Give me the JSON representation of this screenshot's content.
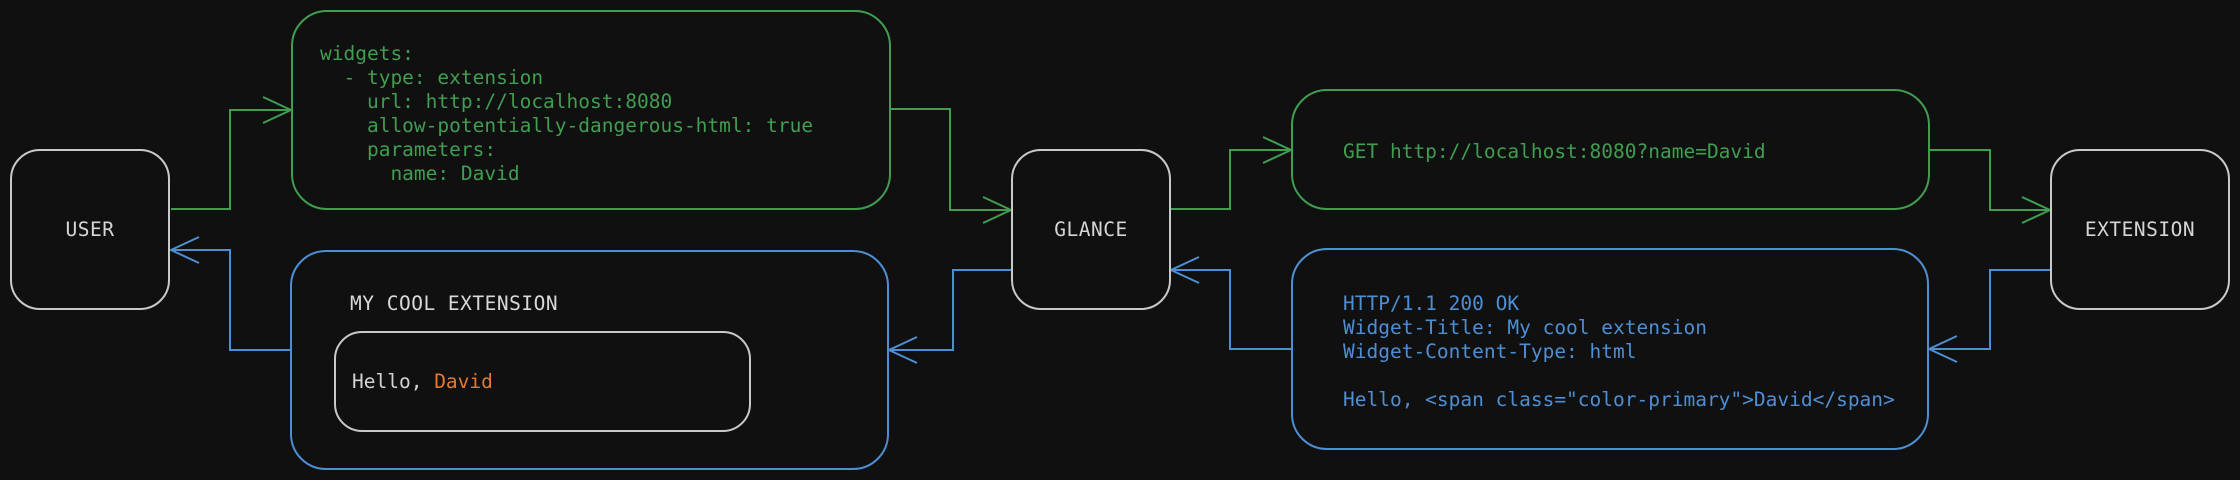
{
  "nodes": {
    "user": {
      "label": "USER"
    },
    "glance": {
      "label": "GLANCE"
    },
    "extension": {
      "label": "EXTENSION"
    }
  },
  "config_block": {
    "code": "widgets:\n  - type: extension\n    url: http://localhost:8080\n    allow-potentially-dangerous-html: true\n    parameters:\n      name: David"
  },
  "request_block": {
    "code": "GET http://localhost:8080?name=David"
  },
  "response_block": {
    "code": "HTTP/1.1 200 OK\nWidget-Title: My cool extension\nWidget-Content-Type: html\n\nHello, <span class=\"color-primary\">David</span>"
  },
  "widget_block": {
    "title": "MY COOL EXTENSION",
    "greeting_prefix": "Hello, ",
    "greeting_name": "David"
  },
  "arrows": [
    {
      "from": "user",
      "to": "config-block",
      "color": "green"
    },
    {
      "from": "config-block",
      "to": "glance",
      "color": "green"
    },
    {
      "from": "glance",
      "to": "request-block",
      "color": "green"
    },
    {
      "from": "request-block",
      "to": "extension",
      "color": "green"
    },
    {
      "from": "extension",
      "to": "response-block",
      "color": "blue"
    },
    {
      "from": "response-block",
      "to": "glance",
      "color": "blue"
    },
    {
      "from": "glance",
      "to": "widget-block",
      "color": "blue"
    },
    {
      "from": "widget-block",
      "to": "user",
      "color": "blue"
    }
  ],
  "colors": {
    "background": "#101010",
    "request_flow_green": "#3f9e4f",
    "response_flow_blue": "#4e8fd3",
    "highlight_orange": "#e17a30",
    "node_border_gray": "#c9c9c9",
    "text_light": "#d6d6d6"
  }
}
